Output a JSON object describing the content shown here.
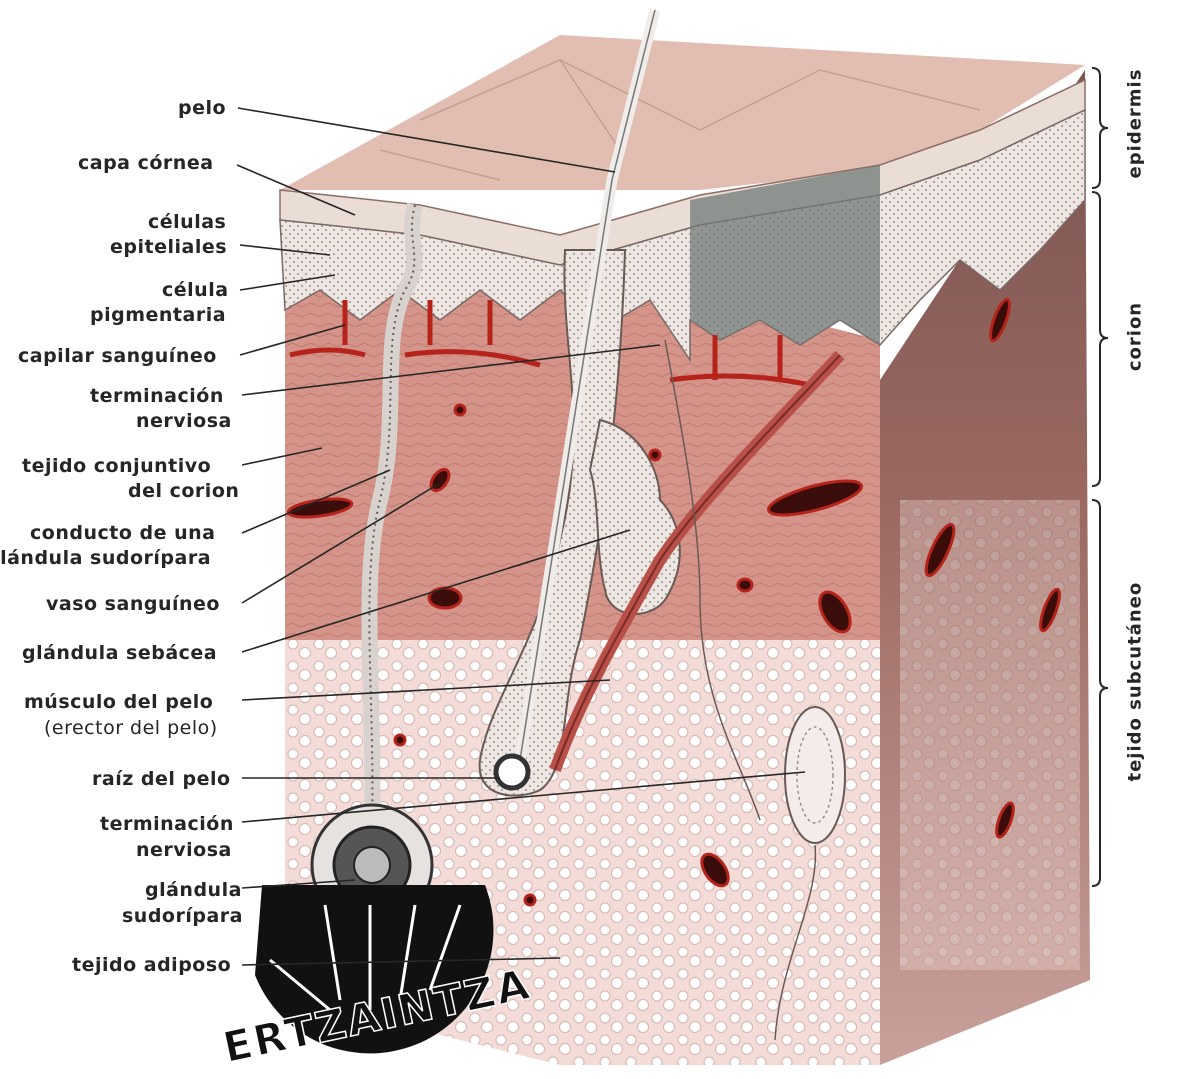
{
  "labels": {
    "pelo": "pelo",
    "capa_cornea": "capa córnea",
    "celulas_1": "células",
    "celulas_2": "epiteliales",
    "celula_1": "célula",
    "celula_2": "pigmentaria",
    "capilar": "capilar sanguíneo",
    "term1_1": "terminación",
    "term1_2": "nerviosa",
    "tejido_1": "tejido conjuntivo",
    "tejido_2": "del corion",
    "conducto_1": "conducto de una",
    "conducto_2": "glándula sudorípara",
    "vaso": "vaso sanguíneo",
    "sebacea": "glándula sebácea",
    "musculo_1": "músculo del pelo",
    "musculo_2": "(erector del pelo)",
    "raiz": "raíz del pelo",
    "term2_1": "terminación",
    "term2_2": "nerviosa",
    "glandula_1": "glándula",
    "glandula_2": "sudorípara",
    "adiposo": "tejido adiposo"
  },
  "layers": {
    "epidermis": "epidermis",
    "corion": "corion",
    "subcutaneo": "tejido subcutáneo"
  },
  "watermark": "ERTZAINTZA",
  "colors": {
    "ink": "#262626",
    "dermis": "#d4948a",
    "dermis_dark": "#9c5e58",
    "epidermis_top": "#e0b6ac",
    "vessel": "#b5231a",
    "fat": "#f2e3e0"
  }
}
